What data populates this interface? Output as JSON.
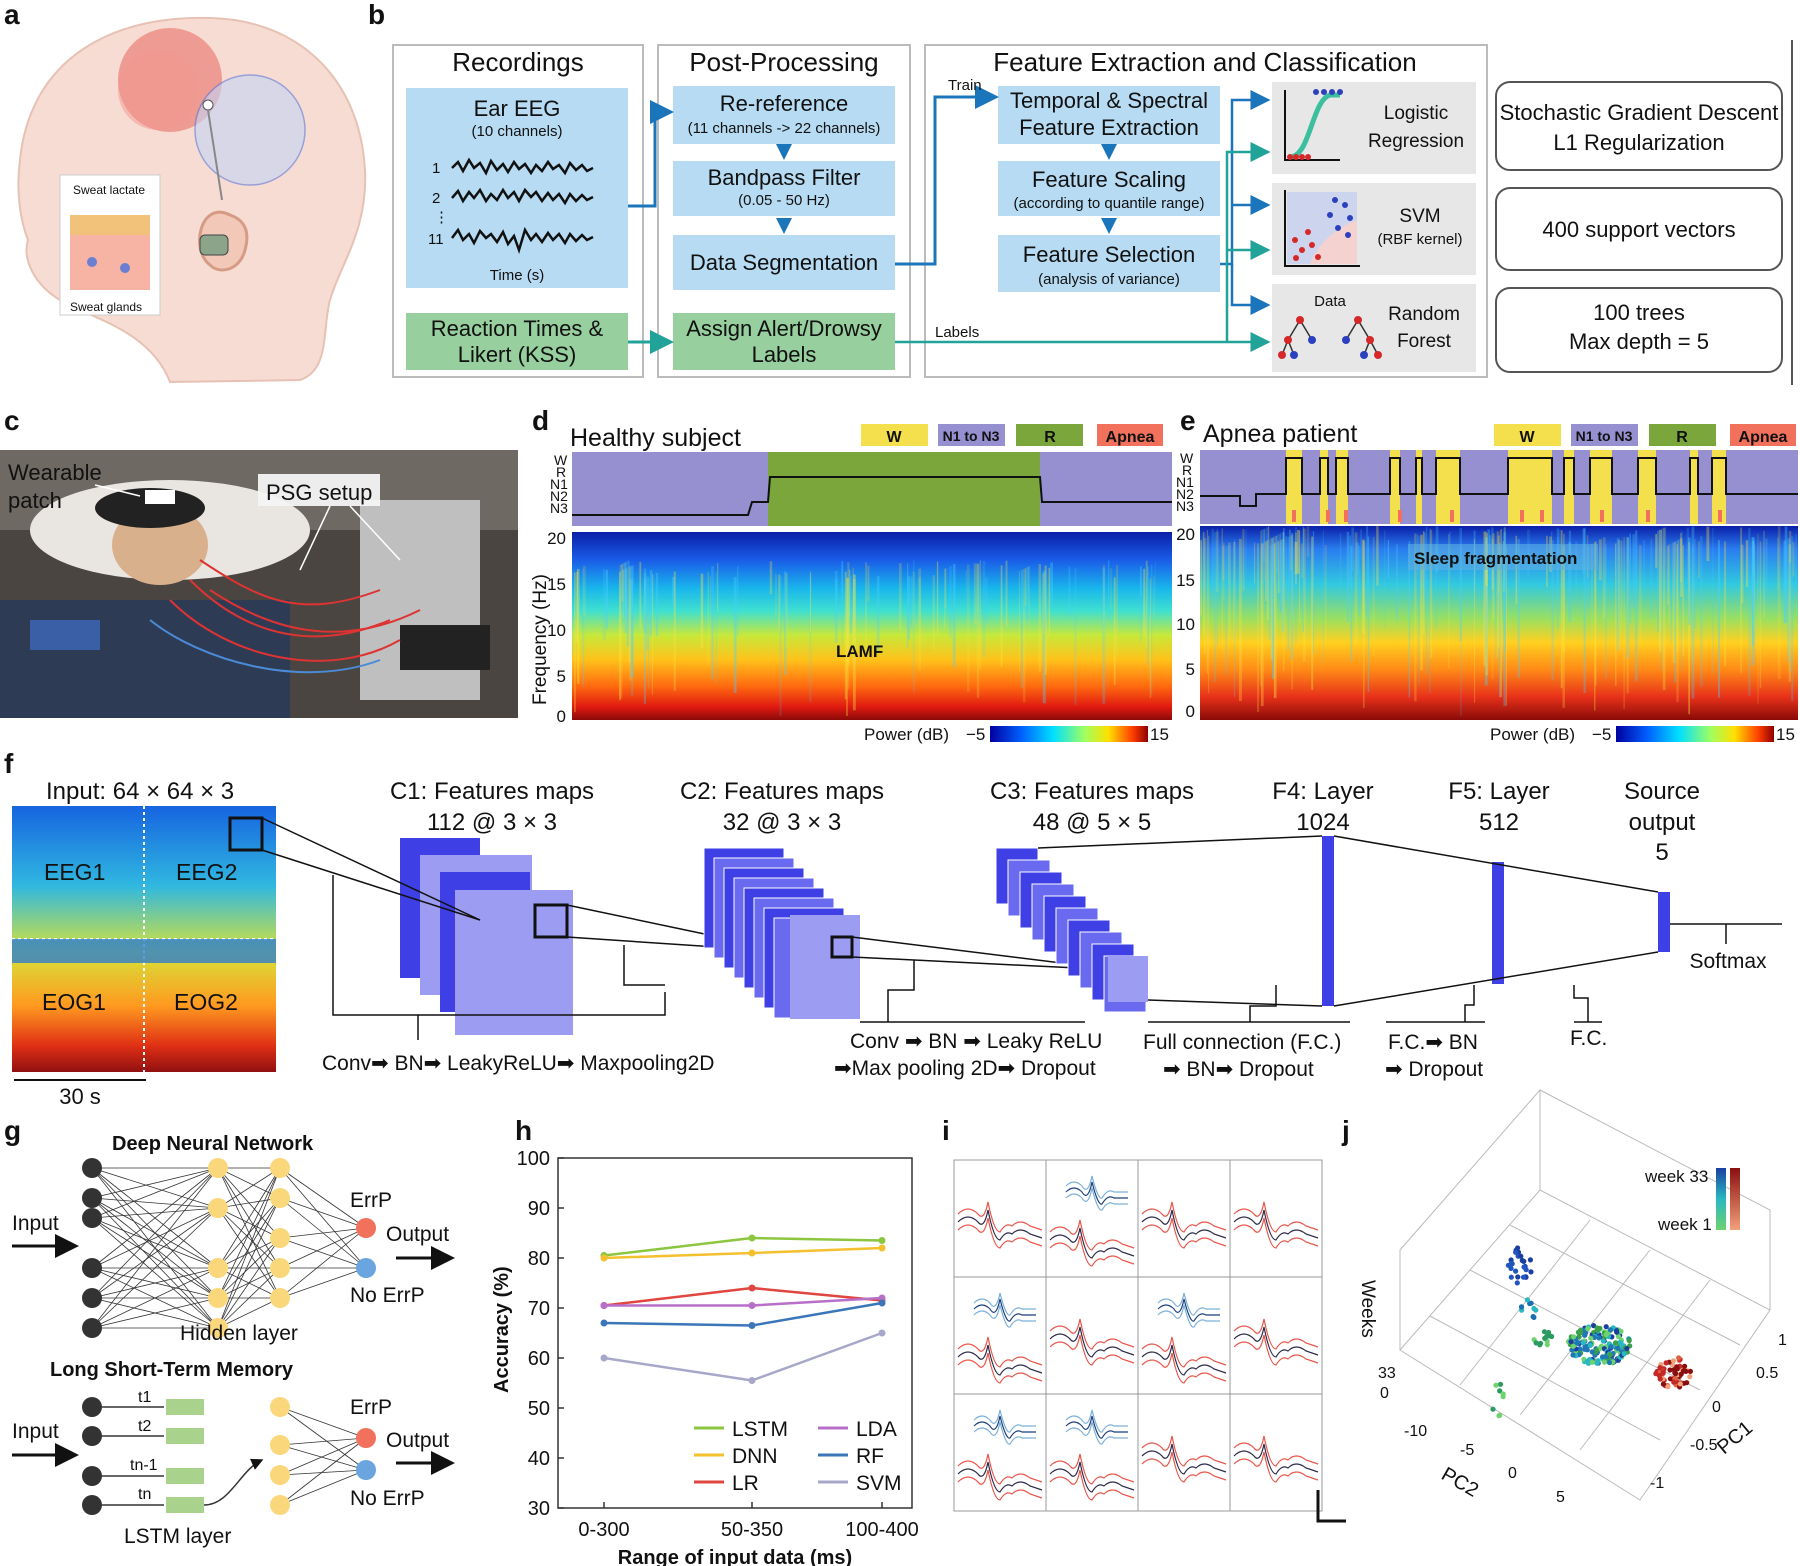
{
  "panels": {
    "a": {
      "letter": "a",
      "labels": {
        "sweat_lactate": "Sweat lactate",
        "sweat_glands": "Sweat glands"
      }
    },
    "b": {
      "letter": "b",
      "recordings": {
        "title": "Recordings",
        "ear_eeg": "Ear EEG",
        "ear_eeg_sub": "(10 channels)",
        "ch1": "1",
        "ch2": "2",
        "ch_dots": "⋮",
        "ch11": "11",
        "time": "Time (s)",
        "reaction": "Reaction Times &",
        "likert": "Likert (KSS)"
      },
      "post": {
        "title": "Post-Processing",
        "reref": "Re-reference",
        "reref_sub": "(11 channels -> 22 channels)",
        "bandpass": "Bandpass Filter",
        "bandpass_sub": "(0.05 - 50 Hz)",
        "segmentation": "Data Segmentation",
        "assign1": "Assign Alert/Drowsy",
        "assign2": "Labels"
      },
      "feature": {
        "title": "Feature Extraction and Classification",
        "train": "Train",
        "labels": "Labels",
        "temporal1": "Temporal & Spectral",
        "temporal2": "Feature Extraction",
        "scaling": "Feature Scaling",
        "scaling_sub": "(according to quantile range)",
        "selection": "Feature Selection",
        "selection_sub": "(analysis of variance)",
        "lr1": "Logistic",
        "lr2": "Regression",
        "svm": "SVM",
        "svm_sub": "(RBF kernel)",
        "data": "Data",
        "rf1": "Random",
        "rf2": "Forest"
      },
      "params": {
        "sgd1": "Stochastic Gradient Descent",
        "sgd2": "L1 Regularization",
        "sv": "400 support vectors",
        "trees": "100 trees",
        "depth": "Max depth = 5"
      }
    },
    "c": {
      "letter": "c",
      "wearable1": "Wearable",
      "wearable2": "patch",
      "psg": "PSG setup"
    },
    "d": {
      "letter": "d",
      "title": "Healthy subject",
      "annotation": "LAMF"
    },
    "e": {
      "letter": "e",
      "title": "Apnea patient",
      "annotation": "Sleep fragmentation"
    },
    "de_common": {
      "legend": [
        "W",
        "N1 to N3",
        "R",
        "Apnea"
      ],
      "stages": [
        "W",
        "R",
        "N1",
        "N2",
        "N3"
      ],
      "freq_ticks": [
        "20",
        "15",
        "10",
        "5",
        "0"
      ],
      "ylabel": "Frequency (Hz)",
      "power": "Power (dB)",
      "power_min": "−5",
      "power_max": "15"
    },
    "f": {
      "letter": "f",
      "input": "Input: 64 × 64 × 3",
      "eeg1": "EEG1",
      "eeg2": "EEG2",
      "eog1": "EOG1",
      "eog2": "EOG2",
      "scale": "30 s",
      "c1a": "C1: Features maps",
      "c1b": "112 @ 3 × 3",
      "c2a": "C2: Features maps",
      "c2b": "32 @ 3 × 3",
      "c3a": "C3: Features maps",
      "c3b": "48 @ 5 × 5",
      "f4a": "F4: Layer",
      "f4b": "1024",
      "f5a": "F5: Layer",
      "f5b": "512",
      "outa": "Source",
      "outb": "output",
      "outc": "5",
      "softmax": "Softmax",
      "op1": "Conv➡ BN➡ LeakyReLU➡ Maxpooling2D",
      "op2a": "Conv ➡ BN ➡ Leaky ReLU",
      "op2b": "➡Max pooling 2D➡ Dropout",
      "op3a": "Full connection (F.C.)",
      "op3b": "➡ BN➡ Dropout",
      "op4a": "F.C.➡ BN",
      "op4b": "➡ Dropout",
      "op5": "F.C."
    },
    "g": {
      "letter": "g",
      "dnn": "Deep Neural Network",
      "lstm": "Long Short-Term Memory",
      "input": "Input",
      "output": "Output",
      "errp": "ErrP",
      "no_errp": "No ErrP",
      "hidden": "Hidden layer",
      "lstm_layer": "LSTM layer",
      "t1": "t1",
      "t2": "t2",
      "tn1": "tn-1",
      "tn": "tn"
    },
    "h": {
      "letter": "h"
    },
    "i": {
      "letter": "i"
    },
    "j": {
      "letter": "j",
      "week33": "week 33",
      "week1": "week 1",
      "weeks": "Weeks",
      "z33": "33",
      "z0": "0",
      "pc1": "PC1",
      "pc2": "PC2",
      "pc2_ticks": [
        "-10",
        "-5",
        "0",
        "5"
      ],
      "pc1_ticks": [
        "1",
        "0.5",
        "0",
        "-0.5",
        "-1"
      ]
    }
  },
  "chart_data": {
    "type": "line",
    "title": "",
    "xlabel": "Range of input data (ms)",
    "ylabel": "Accuracy (%)",
    "categories": [
      "0-300",
      "50-350",
      "100-400"
    ],
    "ylim": [
      30,
      100
    ],
    "yticks": [
      100,
      90,
      80,
      70,
      60,
      50,
      40,
      30
    ],
    "legend_position": "bottom-right",
    "series": [
      {
        "name": "LSTM",
        "values": [
          80.5,
          84,
          83.5
        ],
        "color": "#8cc63f"
      },
      {
        "name": "DNN",
        "values": [
          80,
          81,
          82
        ],
        "color": "#f5c02e"
      },
      {
        "name": "LR",
        "values": [
          70.5,
          74,
          71.5
        ],
        "color": "#e0463f"
      },
      {
        "name": "LDA",
        "values": [
          70.5,
          70.5,
          72
        ],
        "color": "#b86fc9"
      },
      {
        "name": "RF",
        "values": [
          67,
          66.5,
          71
        ],
        "color": "#3a76b8"
      },
      {
        "name": "SVM",
        "values": [
          60,
          55.5,
          65
        ],
        "color": "#a7a7c9"
      }
    ]
  },
  "colors": {
    "blue_box": "#b7dbf2",
    "green_box": "#97cf9e",
    "arrow_blue": "#1b75bb",
    "arrow_teal": "#22a39a",
    "layer_blue": "#3f3fe6",
    "layer_light": "#9c9cf2",
    "wake": "#f4e04d",
    "nrem": "#9690d0",
    "rem": "#7aa63b",
    "apnea": "#f2715d"
  }
}
